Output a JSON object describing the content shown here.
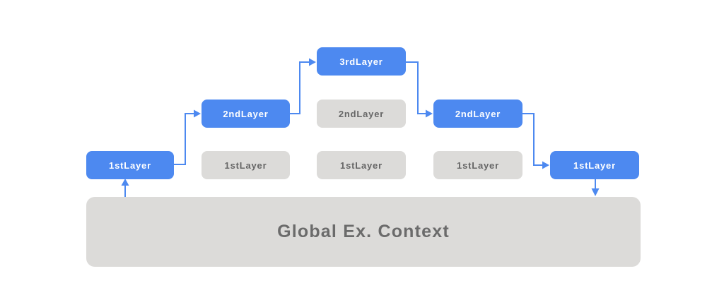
{
  "diagram": {
    "type": "flowchart",
    "description": "Execution context layer call-stack diagram",
    "colors": {
      "background": "#ffffff",
      "active_fill": "#4d89f0",
      "active_text": "#ffffff",
      "inactive_fill": "#dcdbd9",
      "inactive_text": "#666666",
      "global_fill": "#dcdbd9",
      "global_text": "#6b6b6b",
      "arrow": "#4d89f0"
    },
    "nodes": [
      {
        "label": "1stLayer",
        "state": "active",
        "row": 1,
        "column": 1
      },
      {
        "label": "2ndLayer",
        "state": "active",
        "row": 2,
        "column": 2
      },
      {
        "label": "3rdLayer",
        "state": "active",
        "row": 3,
        "column": 3
      },
      {
        "label": "2ndLayer",
        "state": "inactive",
        "row": 2,
        "column": 3
      },
      {
        "label": "2ndLayer",
        "state": "active",
        "row": 2,
        "column": 4
      },
      {
        "label": "1stLayer",
        "state": "inactive",
        "row": 1,
        "column": 2
      },
      {
        "label": "1stLayer",
        "state": "inactive",
        "row": 1,
        "column": 3
      },
      {
        "label": "1stLayer",
        "state": "inactive",
        "row": 1,
        "column": 4
      },
      {
        "label": "1stLayer",
        "state": "active",
        "row": 1,
        "column": 5
      }
    ],
    "global_context": {
      "label": "Global Ex. Context"
    },
    "edges": [
      {
        "from": "Global Ex. Context",
        "to": "1stLayer (left)"
      },
      {
        "from": "1stLayer (left)",
        "to": "2ndLayer (left)"
      },
      {
        "from": "2ndLayer (left)",
        "to": "3rdLayer"
      },
      {
        "from": "3rdLayer",
        "to": "2ndLayer (right)"
      },
      {
        "from": "2ndLayer (right)",
        "to": "1stLayer (right)"
      },
      {
        "from": "1stLayer (right)",
        "to": "Global Ex. Context"
      }
    ]
  }
}
